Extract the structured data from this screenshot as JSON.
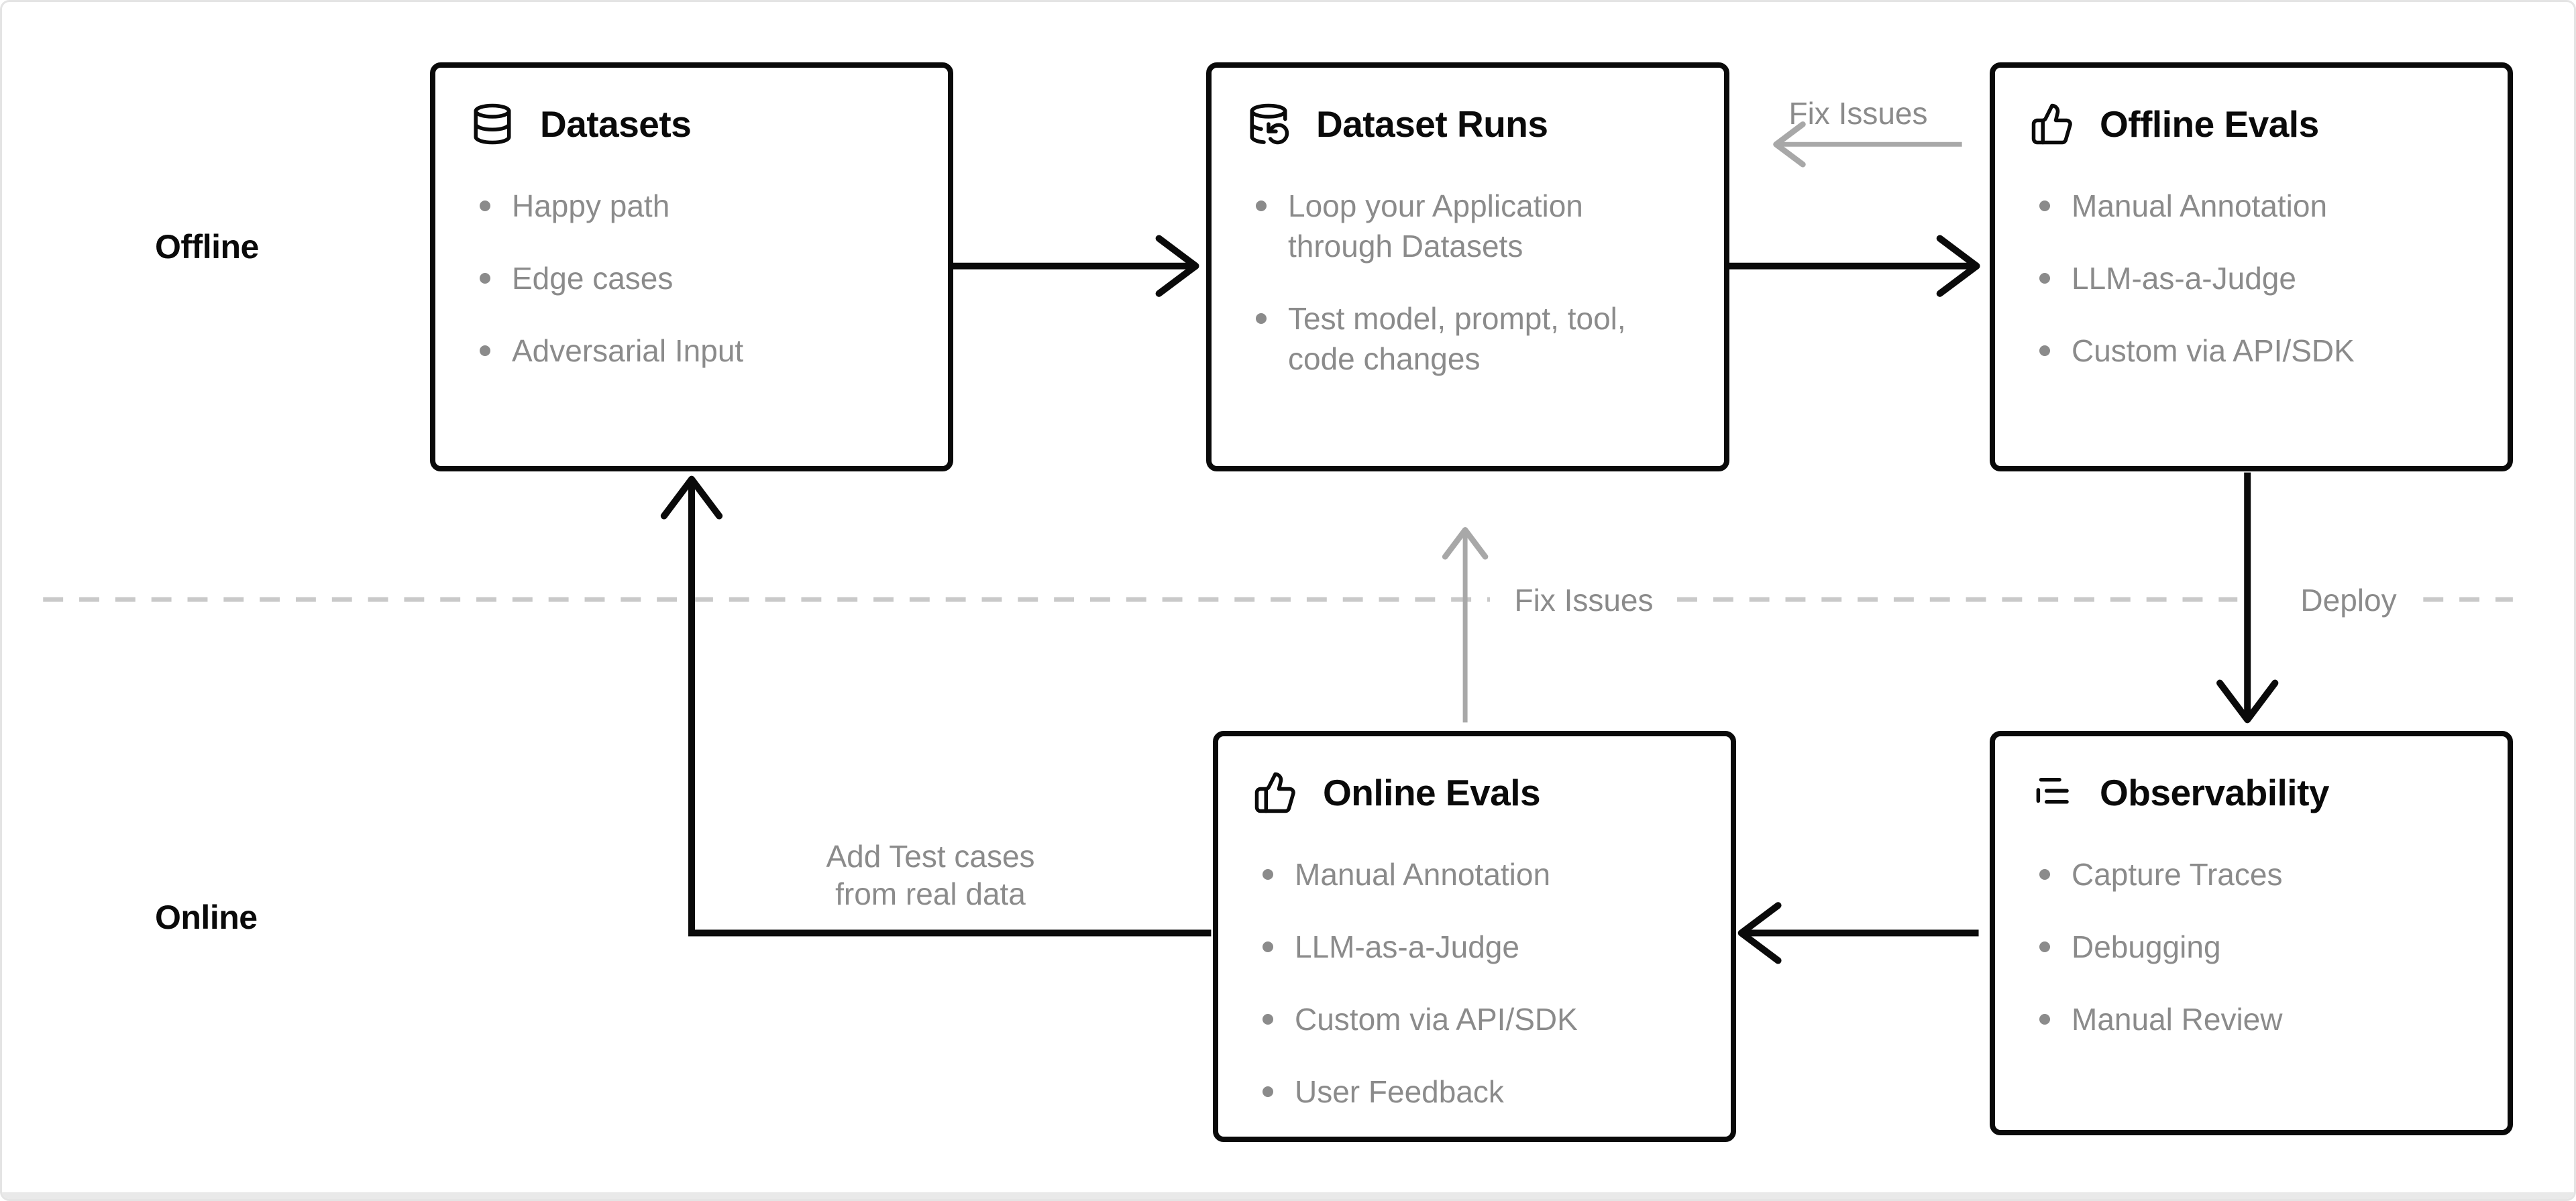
{
  "colors": {
    "ink": "#0a0a0a",
    "muted": "#8b8b8b",
    "arrow_gray": "#a8a8a8",
    "dashed": "#c9c9c9",
    "box_bg": "#ffffff",
    "page_bg": "#ffffff",
    "frame": "#e4e4e4"
  },
  "sections": {
    "offline_label": "Offline",
    "online_label": "Online"
  },
  "boxes": {
    "datasets": {
      "title": "Datasets",
      "icon": "database-icon",
      "items": [
        "Happy path",
        "Edge cases",
        "Adversarial Input"
      ]
    },
    "dataset_runs": {
      "title": "Dataset Runs",
      "icon": "database-refresh-icon",
      "items": [
        "Loop your Application through Datasets",
        "Test model, prompt, tool, code changes"
      ]
    },
    "offline_evals": {
      "title": "Offline Evals",
      "icon": "thumbs-up-icon",
      "items": [
        "Manual Annotation",
        "LLM-as-a-Judge",
        "Custom via API/SDK"
      ]
    },
    "online_evals": {
      "title": "Online Evals",
      "icon": "thumbs-up-icon",
      "items": [
        "Manual Annotation",
        "LLM-as-a-Judge",
        "Custom via API/SDK",
        "User Feedback"
      ]
    },
    "observability": {
      "title": "Observability",
      "icon": "logs-icon",
      "items": [
        "Capture Traces",
        "Debugging",
        "Manual Review"
      ]
    }
  },
  "edges": {
    "fix_issues_top": "Fix Issues",
    "fix_issues_mid": "Fix Issues",
    "deploy": "Deploy",
    "add_test_cases": "Add Test cases\nfrom real data"
  }
}
